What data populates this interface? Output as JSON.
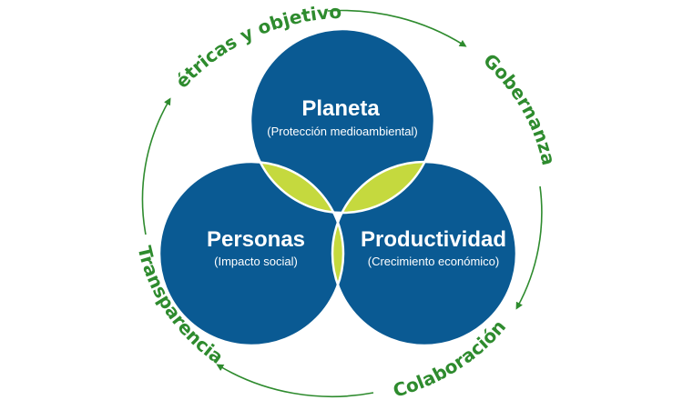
{
  "colors": {
    "circle_fill": "#0a5a93",
    "circle_stroke": "#ffffff",
    "overlap_fill": "#c5d93e",
    "center_fill": "#8ab33a",
    "ring_color": "#2e8b2e"
  },
  "circles": {
    "top": {
      "title": "Planeta",
      "subtitle": "(Protección medioambiental)"
    },
    "left": {
      "title": "Personas",
      "subtitle": "(Impacto social)"
    },
    "right": {
      "title": "Productividad",
      "subtitle": "(Crecimiento económico)"
    }
  },
  "ring": {
    "metricas": "Métricas y objetivos",
    "gobernanza": "Gobernanza",
    "colaboracion": "Colaboración",
    "transparencia": "Transparencia"
  }
}
